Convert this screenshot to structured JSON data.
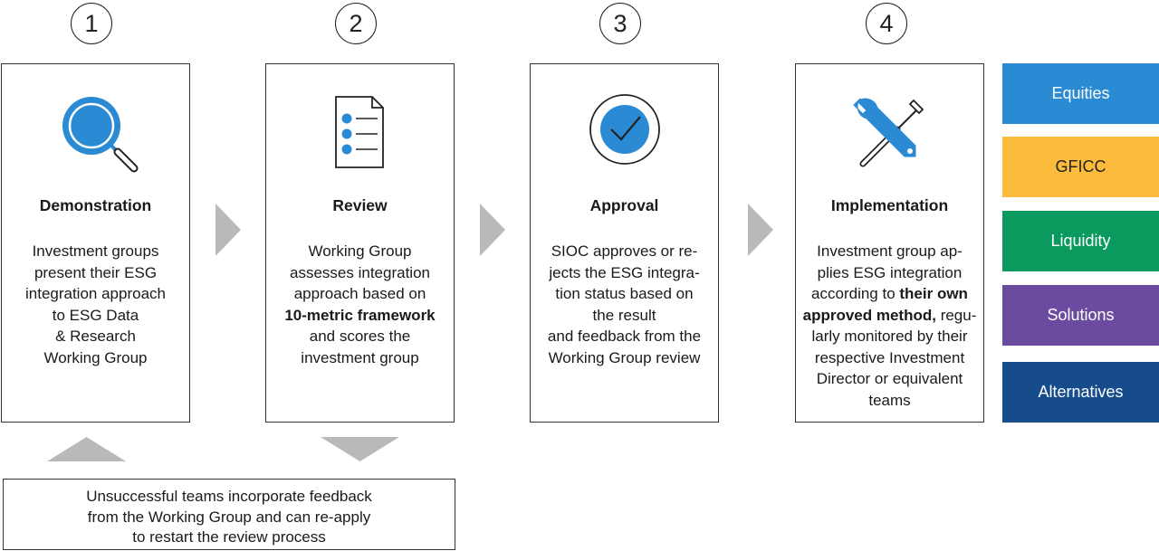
{
  "steps": [
    {
      "number": "1",
      "title": "Demonstration",
      "icon": "magnifying-glass-icon",
      "body": [
        "Investment groups",
        "present their ESG",
        "integration approach",
        "to ESG Data",
        "& Research",
        "Working Group"
      ]
    },
    {
      "number": "2",
      "title": "Review",
      "icon": "checklist-document-icon",
      "body_pre": [
        "Working Group",
        "assesses integration",
        "approach based on"
      ],
      "body_bold": "10-metric framework",
      "body_post": [
        "and scores the",
        "investment group"
      ]
    },
    {
      "number": "3",
      "title": "Approval",
      "icon": "check-circle-icon",
      "body": [
        "SIOC approves or re-",
        "jects the ESG integra-",
        "tion status based on",
        "the result",
        "and feedback from the",
        "Working Group review"
      ]
    },
    {
      "number": "4",
      "title": "Implementation",
      "icon": "wrench-screwdriver-icon",
      "body_pre": [
        "Investment group ap-",
        "plies ESG integration",
        "according to "
      ],
      "body_bold_1": "their own",
      "body_bold_2": "approved method,",
      "body_after_bold": " regu-",
      "body_post": [
        "larly monitored by their",
        "respective Investment",
        "Director or equivalent",
        "teams"
      ]
    }
  ],
  "asset_classes": [
    {
      "label": "Equities",
      "color": "#2a8ad4"
    },
    {
      "label": "GFICC",
      "color": "#fbbc3c"
    },
    {
      "label": "Liquidity",
      "color": "#0a9a5e"
    },
    {
      "label": "Solutions",
      "color": "#6a4ba0"
    },
    {
      "label": "Alternatives",
      "color": "#164c8c"
    }
  ],
  "feedback": {
    "lines": [
      "Unsuccessful teams incorporate feedback",
      "from the Working Group and can re-apply",
      "to restart  the review process"
    ]
  },
  "colors": {
    "accent_blue": "#2a8ad4",
    "arrow_gray": "#b9b9b9"
  }
}
